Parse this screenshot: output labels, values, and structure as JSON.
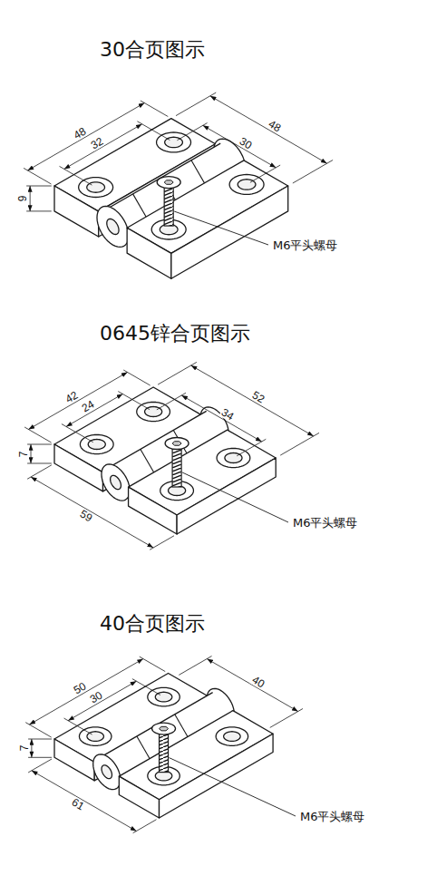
{
  "diagram": {
    "labels": [
      "30合页图示",
      "48",
      "32",
      "48",
      "30",
      "9",
      "M6平头螺母",
      "0645锌合页图示",
      "42",
      "24",
      "52",
      "34",
      "7",
      "59",
      "M6平头螺母",
      "40合页图示",
      "50",
      "30",
      "40",
      "7",
      "61",
      "M6平头螺母"
    ]
  }
}
